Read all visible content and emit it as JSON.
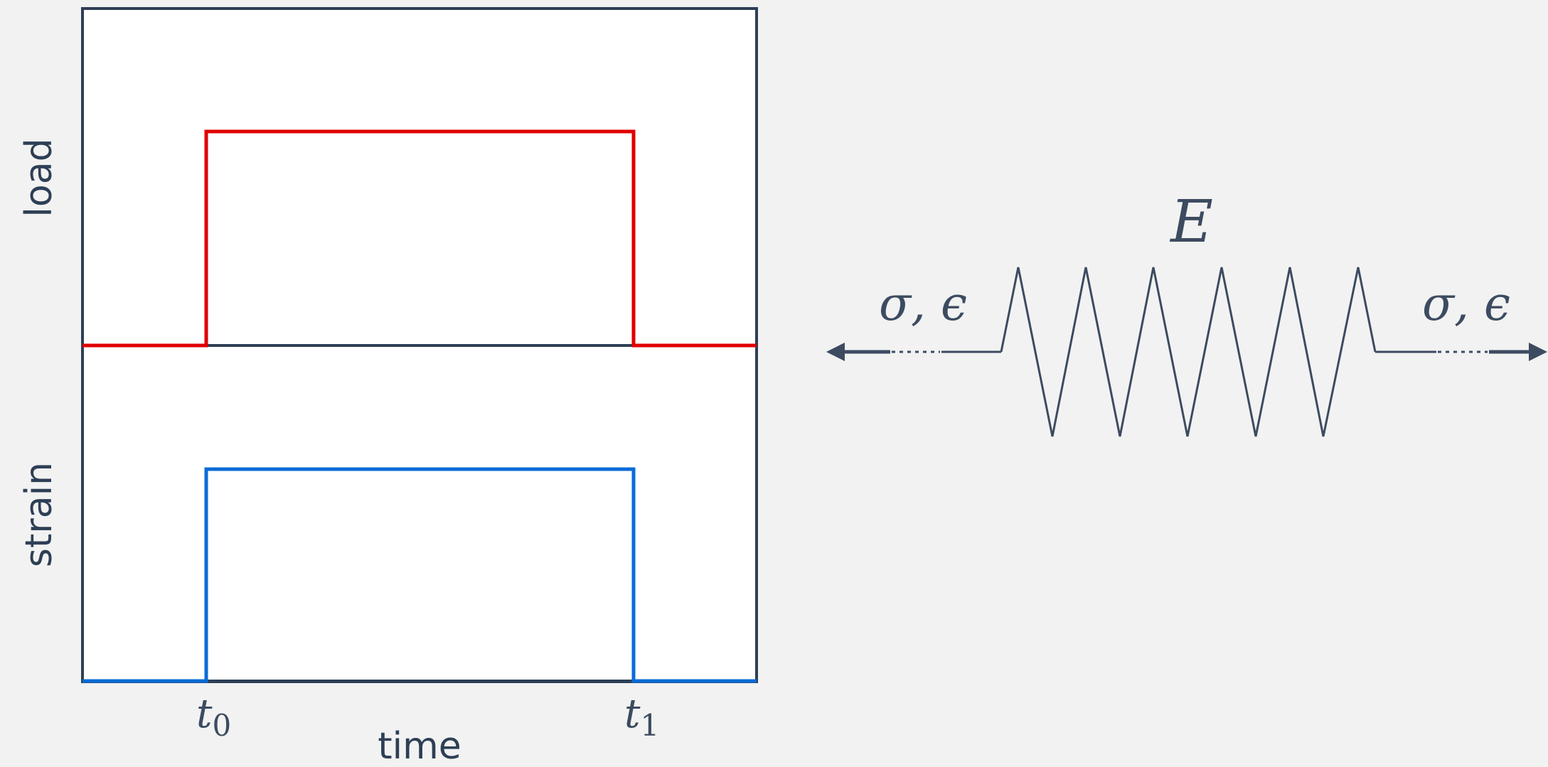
{
  "plot": {
    "ylabel_top": "load",
    "ylabel_bottom": "strain",
    "xlabel": "time",
    "ticks": [
      {
        "base": "t",
        "sub": "0"
      },
      {
        "base": "t",
        "sub": "1"
      }
    ]
  },
  "spring": {
    "modulus_label": "E",
    "left_label": "σ, ϵ",
    "right_label": "σ, ϵ"
  },
  "colors": {
    "load": "#e00000",
    "strain": "#0b6bd6",
    "frame": "#2d3f55",
    "background": "#f2f2f2"
  }
}
